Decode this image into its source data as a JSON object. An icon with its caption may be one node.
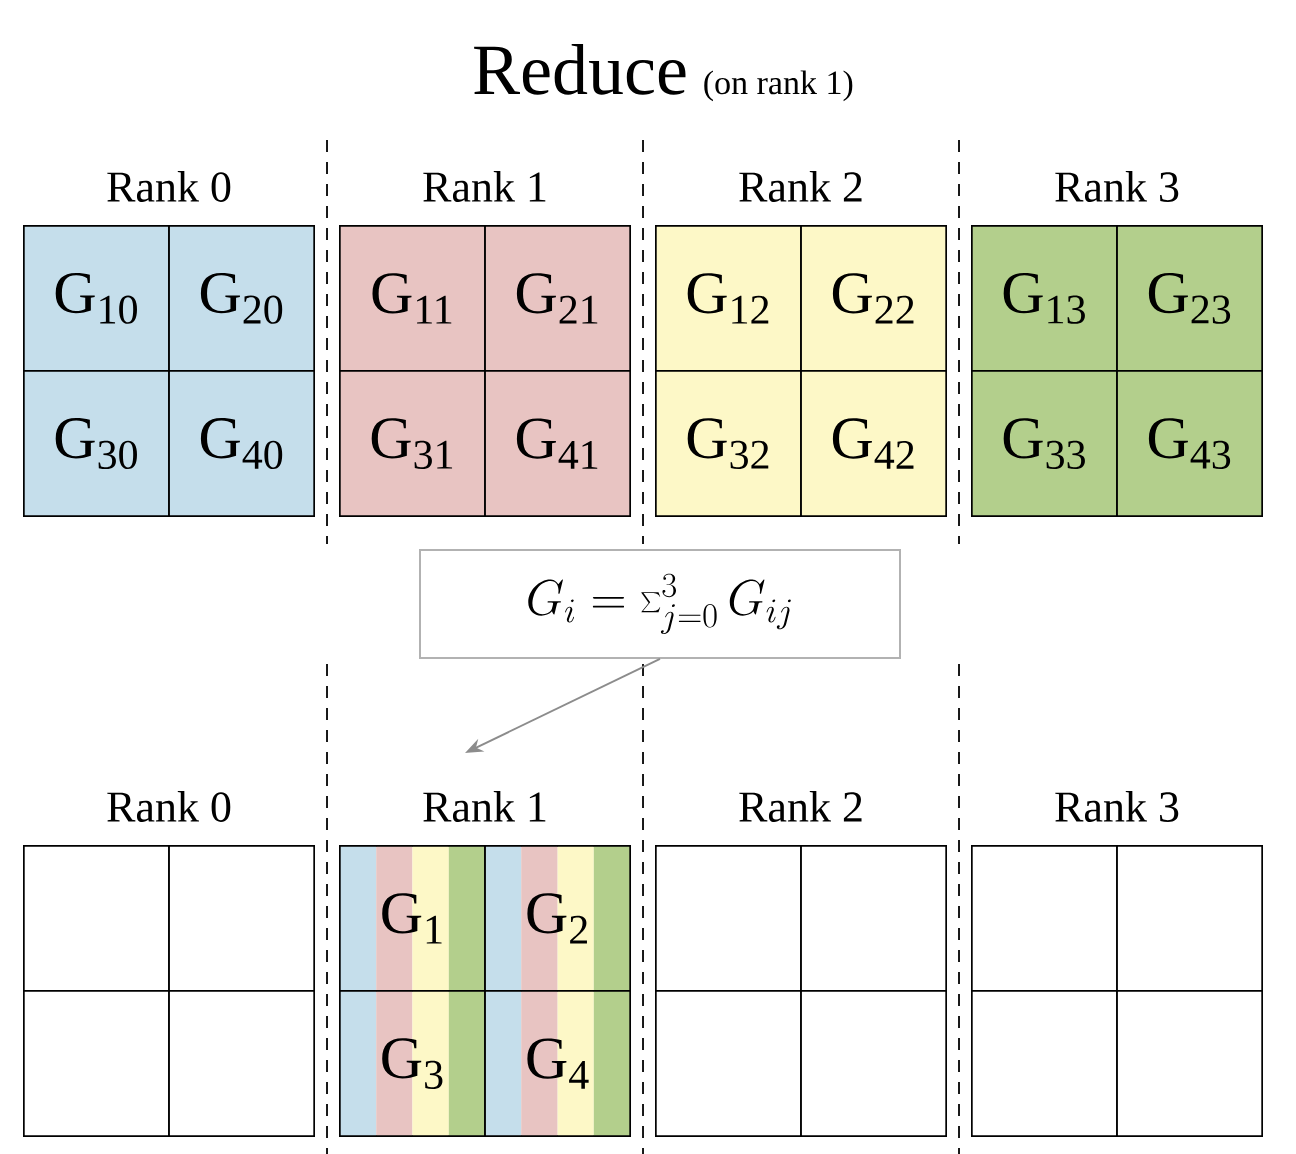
{
  "diagram": {
    "title": "Reduce",
    "nodes": [
      {
        "text": [
          "Rank 0"
        ]
      },
      {
        "text": [
          "G$_{10}$"
        ],
        "in": 0
      },
      {
        "text": [
          "G$_{20}$"
        ],
        "in": 0
      },
      {
        "text": [
          "G$_{30}$"
        ],
        "in": 0
      },
      {
        "text": [
          "G$_{40}$"
        ],
        "in": 0
      },
      {
        "text": [
          "Rank 1"
        ]
      },
      {
        "text": [
          "G$_{11}$"
        ],
        "in": 5
      },
      {
        "text": [
          "G$_{21}$"
        ],
        "in": 5
      },
      {
        "text": [
          "G$_{31}$"
        ],
        "in": 5
      },
      {
        "text": [
          "G$_{41}$"
        ],
        "in": 5
      },
      {
        "text": [
          "Rank 2"
        ]
      },
      {
        "text": [
          "G$_{12}$"
        ],
        "in": 10
      },
      {
        "text": [
          "G$_{22}$"
        ],
        "in": 10
      },
      {
        "text": [
          "G$_{32}$"
        ],
        "in": 10
      },
      {
        "text": [
          "G$_{42}$"
        ],
        "in": 10
      },
      {
        "text": [
          "Rank 3"
        ]
      },
      {
        "text": [
          "G$_{13}$"
        ],
        "in": 15
      },
      {
        "text": [
          "G$_{23}$"
        ],
        "in": 15
      },
      {
        "text": [
          "G$_{33}$"
        ],
        "in": 15
      },
      {
        "text": [
          "G$_{43}$"
        ],
        "in": 15
      },
      {
        "text": [
          "G_i = \\sum_{j=0}^{3} G_{ij}"
        ]
      },
      {
        "text": [
          "Rank 0"
        ]
      },
      {
        "text": [],
        "shape": "box",
        "in": 21
      },
      {
        "text": [],
        "shape": "box",
        "in": 21
      },
      {
        "text": [],
        "shape": "box",
        "in": 21
      },
      {
        "text": [],
        "shape": "box",
        "in": 21
      },
      {
        "text": [
          "Rank 1"
        ]
      },
      {
        "text": [
          "G$_{1}$"
        ],
        "in": 26
      },
      {
        "text": [
          "G$_{2}$"
        ],
        "in": 26
      },
      {
        "text": [
          "G$_{3}$"
        ],
        "in": 26
      },
      {
        "text": [
          "G$_{4}$"
        ],
        "in": 26
      },
      {
        "text": [
          "Rank 2"
        ]
      },
      {
        "text": [],
        "shape": "box",
        "in": 31
      },
      {
        "text": [],
        "shape": "box",
        "in": 31
      },
      {
        "text": [],
        "shape": "box",
        "in": 31
      },
      {
        "text": [],
        "shape": "box",
        "in": 31
      },
      {
        "text": [
          "Rank 3"
        ]
      },
      {
        "text": [],
        "shape": "box",
        "in": 36
      },
      {
        "text": [],
        "shape": "box",
        "in": 36
      },
      {
        "text": [],
        "shape": "box",
        "in": 36
      },
      {
        "text": [],
        "shape": "box",
        "in": 36
      }
    ],
    "edges": [
      {
        "from": 20,
        "to": 26,
        "arrow": "to",
        "color": "#8c8c8c"
      }
    ],
    "labels": [
      "(on rank 1)"
    ]
  }
}
